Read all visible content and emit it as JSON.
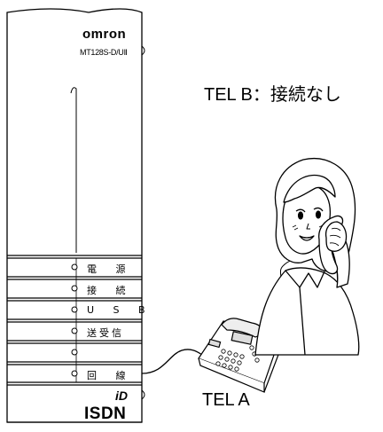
{
  "device": {
    "brand": "omron",
    "model": "MT128S-D/UⅡ",
    "indicators": [
      "電 源",
      "接 続",
      "U S B",
      "送受信",
      "回 線"
    ],
    "logo_top": "iD",
    "logo_bottom": "ISDN"
  },
  "labels": {
    "tel_b": "TEL B：接続なし",
    "tel_a": "TEL A"
  }
}
